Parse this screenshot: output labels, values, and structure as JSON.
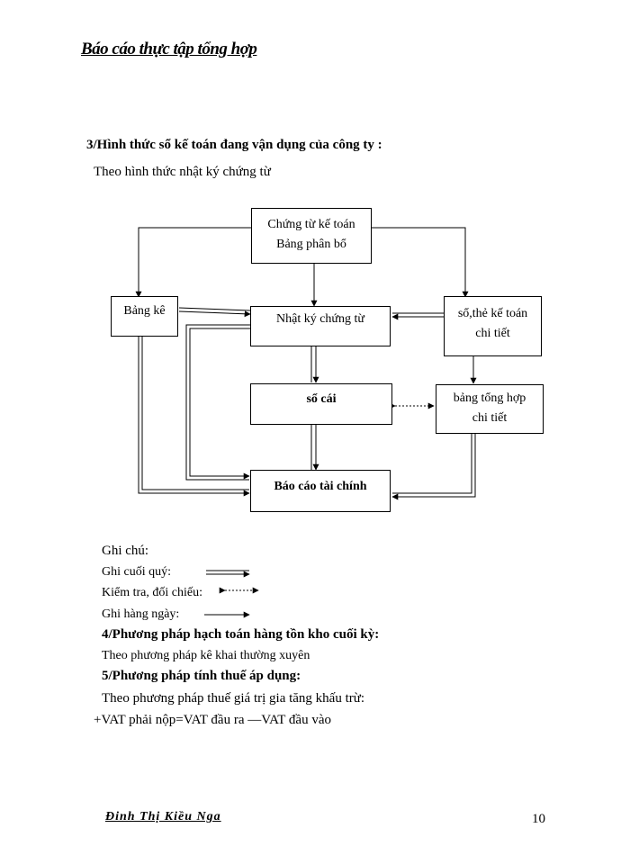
{
  "header": {
    "title": "Báo cáo thực tập tổng hợp"
  },
  "section3": {
    "heading": "3/Hình thức sổ kế toán đang vận dụng của công ty :",
    "subtitle": "Theo hình thức nhật ký chứng từ"
  },
  "diagram": {
    "chung_tu": {
      "line1": "Chứng từ kế toán",
      "line2": "Bảng phân bổ"
    },
    "bang_ke": "Bảng kê",
    "nhat_ky": "Nhật ký chứng từ",
    "so_the": {
      "line1": "sổ,thẻ kế toán",
      "line2": "chi tiết"
    },
    "so_cai": "sổ cái",
    "bang_tong_hop": {
      "line1": "bảng tổng hợp",
      "line2": "chi tiết"
    },
    "bao_cao": "Báo cáo tài chính"
  },
  "legend": {
    "title": "Ghi chú:",
    "cuoi_quy": "Ghi cuối quý:",
    "kiem_tra": "Kiểm tra, đối chiếu:",
    "hang_ngay": "Ghi hàng ngày:"
  },
  "section4": {
    "heading": "4/Phương pháp hạch toán hàng tồn kho cuối kỳ:",
    "text": "Theo phương pháp kê khai thường xuyên"
  },
  "section5": {
    "heading": "5/Phương pháp tính thuế áp dụng:",
    "text": "Theo phương pháp thuế giá trị gia tăng khấu trừ:",
    "formula": "+VAT phải nộp=VAT đầu ra —VAT đầu vào"
  },
  "footer": {
    "text": "Đinh Thị Kiều Nga",
    "page": "10"
  }
}
